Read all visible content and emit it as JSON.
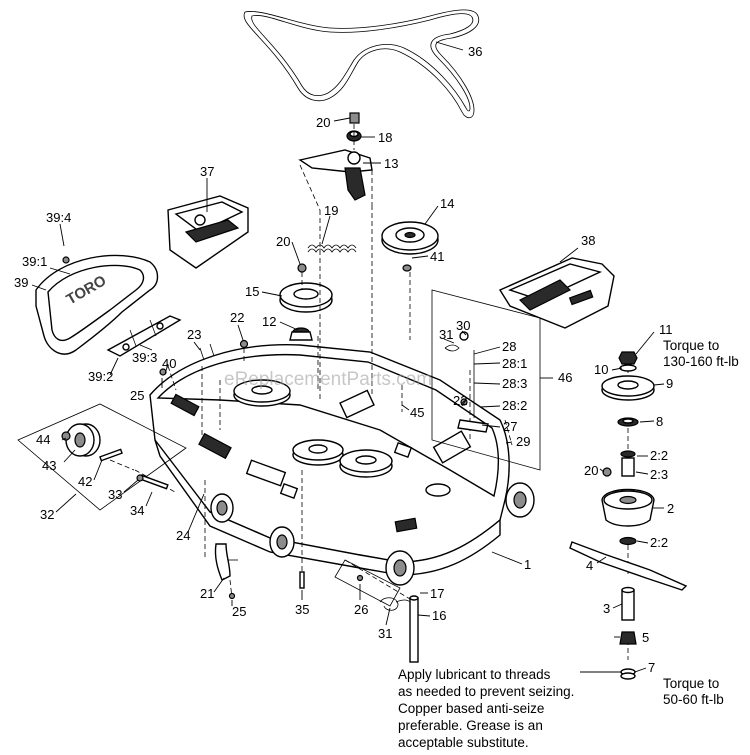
{
  "watermark": "eReplacementParts.com",
  "callouts": [
    {
      "id": "36",
      "text": "36"
    },
    {
      "id": "20a",
      "text": "20"
    },
    {
      "id": "18",
      "text": "18"
    },
    {
      "id": "13",
      "text": "13"
    },
    {
      "id": "37",
      "text": "37"
    },
    {
      "id": "19",
      "text": "19"
    },
    {
      "id": "14",
      "text": "14"
    },
    {
      "id": "20b",
      "text": "20"
    },
    {
      "id": "41",
      "text": "41"
    },
    {
      "id": "38",
      "text": "38"
    },
    {
      "id": "39_4",
      "text": "39:4"
    },
    {
      "id": "39_1",
      "text": "39:1"
    },
    {
      "id": "39",
      "text": "39"
    },
    {
      "id": "15",
      "text": "15"
    },
    {
      "id": "22a",
      "text": "22"
    },
    {
      "id": "12",
      "text": "12"
    },
    {
      "id": "23",
      "text": "23"
    },
    {
      "id": "39_3",
      "text": "39:3"
    },
    {
      "id": "40",
      "text": "40"
    },
    {
      "id": "39_2",
      "text": "39:2"
    },
    {
      "id": "25a",
      "text": "25"
    },
    {
      "id": "31a",
      "text": "31"
    },
    {
      "id": "30",
      "text": "30"
    },
    {
      "id": "28",
      "text": "28"
    },
    {
      "id": "28_1",
      "text": "28:1"
    },
    {
      "id": "28_3",
      "text": "28:3"
    },
    {
      "id": "46",
      "text": "46"
    },
    {
      "id": "22b",
      "text": "22"
    },
    {
      "id": "28_2",
      "text": "28:2"
    },
    {
      "id": "45",
      "text": "45"
    },
    {
      "id": "27",
      "text": "27"
    },
    {
      "id": "29",
      "text": "29"
    },
    {
      "id": "11",
      "text": "11"
    },
    {
      "id": "10",
      "text": "10"
    },
    {
      "id": "9",
      "text": "9"
    },
    {
      "id": "8",
      "text": "8"
    },
    {
      "id": "2_2a",
      "text": "2:2"
    },
    {
      "id": "2_3",
      "text": "2:3"
    },
    {
      "id": "20c",
      "text": "20"
    },
    {
      "id": "2",
      "text": "2"
    },
    {
      "id": "2_2b",
      "text": "2:2"
    },
    {
      "id": "4",
      "text": "4"
    },
    {
      "id": "3",
      "text": "3"
    },
    {
      "id": "5",
      "text": "5"
    },
    {
      "id": "7",
      "text": "7"
    },
    {
      "id": "44",
      "text": "44"
    },
    {
      "id": "43",
      "text": "43"
    },
    {
      "id": "42",
      "text": "42"
    },
    {
      "id": "33",
      "text": "33"
    },
    {
      "id": "34",
      "text": "34"
    },
    {
      "id": "32",
      "text": "32"
    },
    {
      "id": "24",
      "text": "24"
    },
    {
      "id": "21",
      "text": "21"
    },
    {
      "id": "25b",
      "text": "25"
    },
    {
      "id": "35",
      "text": "35"
    },
    {
      "id": "26",
      "text": "26"
    },
    {
      "id": "17",
      "text": "17"
    },
    {
      "id": "16",
      "text": "16"
    },
    {
      "id": "31b",
      "text": "31"
    },
    {
      "id": "1",
      "text": "1"
    }
  ],
  "torque_notes": {
    "upper": [
      "Torque to",
      "130-160 ft-lb"
    ],
    "lower": [
      "Torque to",
      "50-60 ft-lb"
    ]
  },
  "lubricant_note": [
    "Apply lubricant to threads",
    "as needed to prevent seizing.",
    "Copper  based anti-seize",
    "preferable. Grease is an",
    "acceptable substitute."
  ]
}
